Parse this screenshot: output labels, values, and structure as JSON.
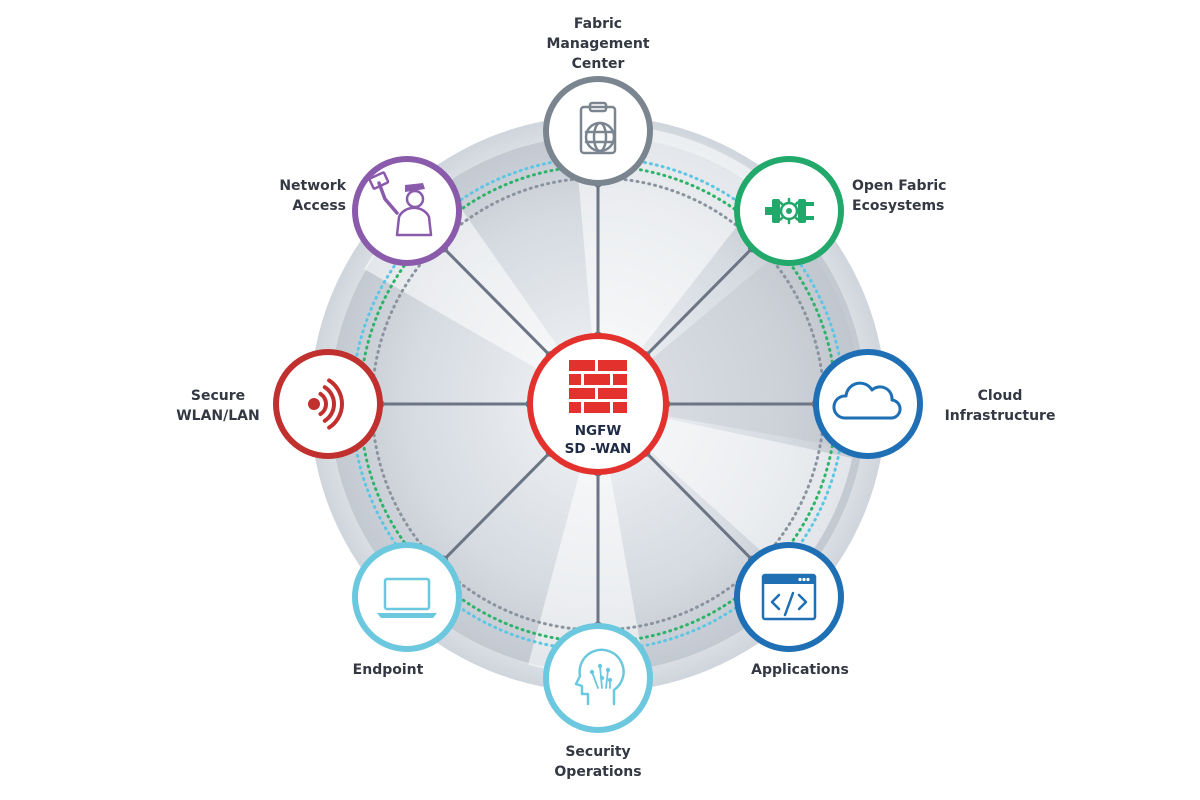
{
  "hub": {
    "lines": [
      "NGFW",
      "SD -WAN"
    ],
    "icon": "brick-firewall-icon",
    "color": "#e3312d"
  },
  "nodes": [
    {
      "id": "fabric-management-center",
      "lines": [
        "Fabric",
        "Management",
        "Center"
      ],
      "icon": "clipboard-globe-icon",
      "color": "#7a8590"
    },
    {
      "id": "open-fabric-ecosystems",
      "lines": [
        "Open Fabric",
        "Ecosystems"
      ],
      "icon": "plug-gear-icon",
      "color": "#21a86a"
    },
    {
      "id": "cloud-infrastructure",
      "lines": [
        "Cloud",
        "Infrastructure"
      ],
      "icon": "cloud-icon",
      "color": "#1f6fb5"
    },
    {
      "id": "applications",
      "lines": [
        "Applications"
      ],
      "icon": "code-window-icon",
      "color": "#1f6fb5"
    },
    {
      "id": "security-operations",
      "lines": [
        "Security",
        "Operations"
      ],
      "icon": "brain-circuit-icon",
      "color": "#6cc8de"
    },
    {
      "id": "endpoint",
      "lines": [
        "Endpoint"
      ],
      "icon": "laptop-icon",
      "color": "#6cc8de"
    },
    {
      "id": "secure-wlan-lan",
      "lines": [
        "Secure",
        "WLAN/LAN"
      ],
      "icon": "wireless-signal-icon",
      "color": "#c0302e"
    },
    {
      "id": "network-access",
      "lines": [
        "Network",
        "Access"
      ],
      "icon": "guard-badge-icon",
      "color": "#8a5aab"
    }
  ],
  "colors": {
    "connector": "#6b7585",
    "ring_outer": "#d5dae0",
    "ring_inner": "#c2c8d0",
    "dotted_blue": "#5cc6e4",
    "dotted_green": "#2fb36a",
    "dotted_gray": "#8a939e"
  }
}
